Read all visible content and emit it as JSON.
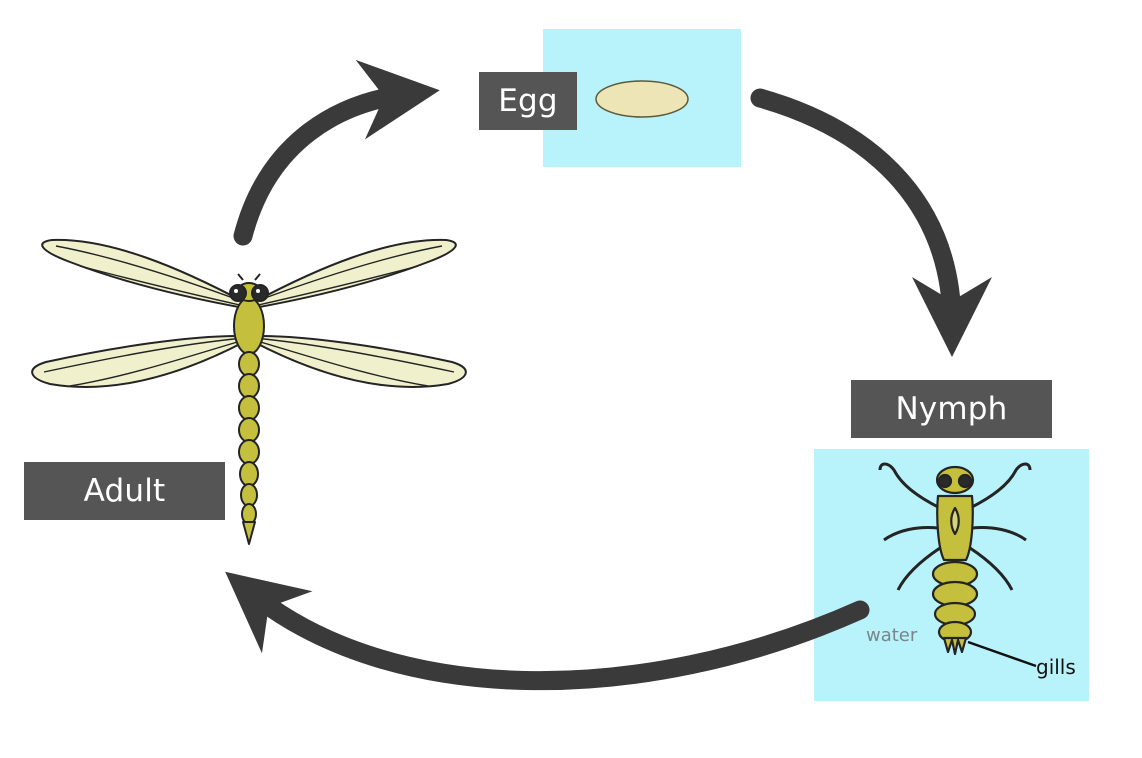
{
  "diagram": {
    "stages": {
      "egg": "Egg",
      "nymph": "Nymph",
      "adult": "Adult"
    },
    "annotations": {
      "water": "water",
      "gills": "gills"
    },
    "colors": {
      "water": "#b8f3fb",
      "label_bg": "#555555",
      "arrow": "#3a3a3a",
      "body": "#c4bf3c",
      "wing": "#f1f0cc",
      "egg": "#ede5b5"
    },
    "icons": [
      "dragonfly-adult-icon",
      "dragonfly-nymph-icon",
      "egg-icon",
      "cycle-arrow-icon"
    ]
  }
}
